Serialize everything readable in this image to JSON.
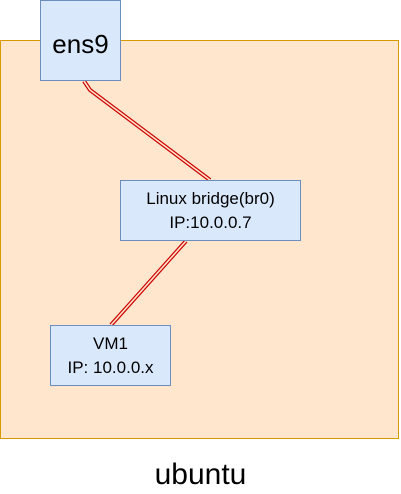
{
  "diagram": {
    "host": {
      "label": "ubuntu",
      "fill": "#ffe6cc",
      "stroke": "#d79b00"
    },
    "nodes": {
      "ens9": {
        "label": "ens9"
      },
      "bridge": {
        "line1": "Linux bridge(br0)",
        "line2": "IP:10.0.0.7"
      },
      "vm1": {
        "line1": "VM1",
        "line2": "IP: 10.0.0.x"
      }
    },
    "node_style": {
      "fill": "#dae8fc",
      "stroke": "#6c8ebf"
    },
    "links": [
      {
        "from": "ens9",
        "to": "bridge",
        "style": "double-line",
        "color": "#cc0000"
      },
      {
        "from": "bridge",
        "to": "vm1",
        "style": "double-line",
        "color": "#cc0000"
      }
    ]
  }
}
